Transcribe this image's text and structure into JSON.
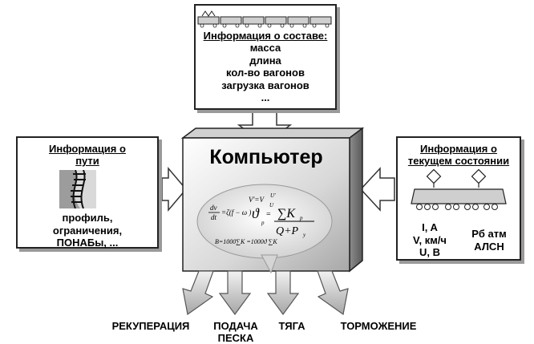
{
  "train_info": {
    "title": "Информация о составе:",
    "items": [
      "масса",
      "длина",
      "кол-во вагонов",
      "загрузка вагонов",
      "..."
    ]
  },
  "track_info": {
    "title_line1": "Информация о",
    "title_line2": "пути",
    "items": [
      "профиль,",
      "ограничения,",
      "ПОНАБы, ..."
    ]
  },
  "state_info": {
    "title_line1": "Информация о",
    "title_line2": "текущем состоянии",
    "params_left": [
      "I, A",
      "V, км/ч",
      "U, B"
    ],
    "params_right": [
      "Рб атм",
      "АЛСН"
    ]
  },
  "computer": {
    "title": "Компьютер"
  },
  "outputs": {
    "recuperation": "РЕКУПЕРАЦИЯ",
    "sand_line1": "ПОДАЧА",
    "sand_line2": "ПЕСКА",
    "traction": "ТЯГА",
    "braking": "ТОРМОЖЕНИЕ"
  }
}
